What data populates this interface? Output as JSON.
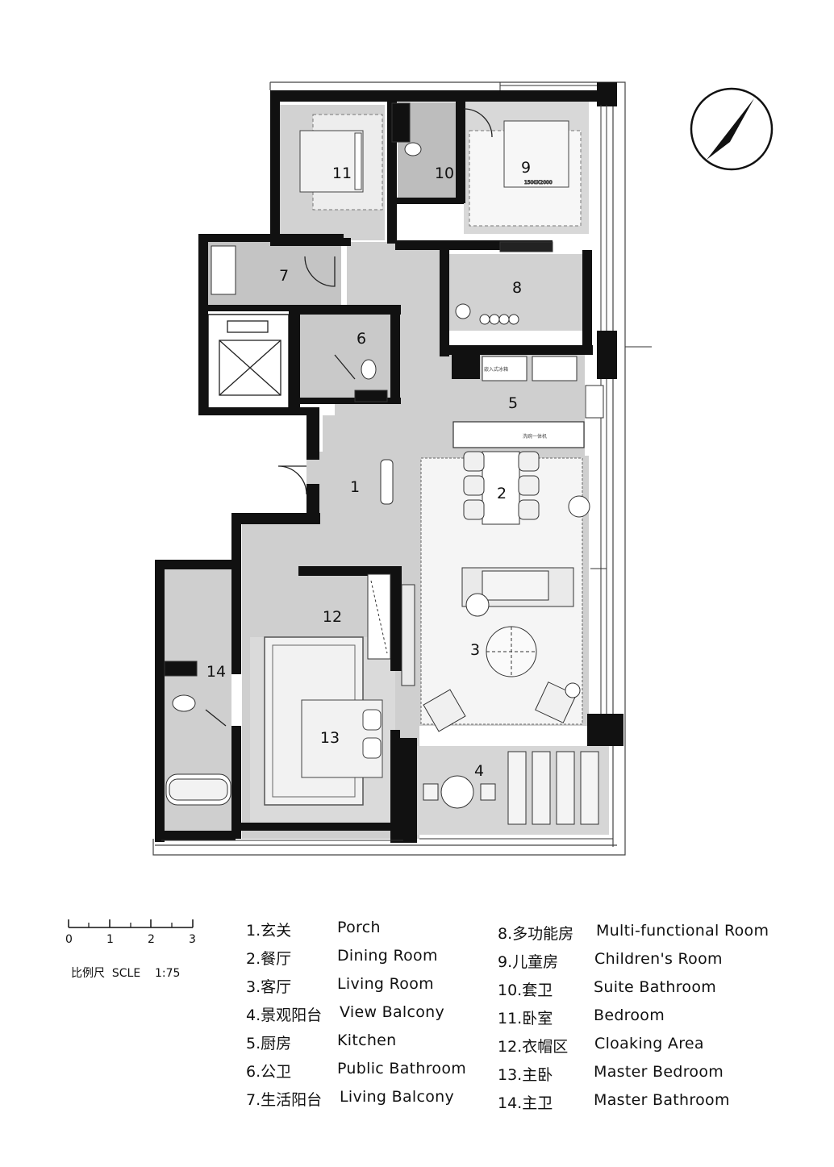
{
  "plan": {
    "rooms": [
      {
        "num": "1"
      },
      {
        "num": "2"
      },
      {
        "num": "3"
      },
      {
        "num": "4"
      },
      {
        "num": "5"
      },
      {
        "num": "6"
      },
      {
        "num": "7"
      },
      {
        "num": "8"
      },
      {
        "num": "9"
      },
      {
        "num": "10"
      },
      {
        "num": "11"
      },
      {
        "num": "12"
      },
      {
        "num": "13"
      },
      {
        "num": "14"
      }
    ],
    "kitchen_label": "洗碗一体机",
    "fridge_label": "嵌入式冰箱",
    "bed_label": "1500X2000"
  },
  "scale": {
    "ticks": [
      "0",
      "1",
      "2",
      "3"
    ],
    "caption": "比例尺  SCLE    1:75"
  },
  "legend": {
    "left": [
      {
        "zh": "1.玄关",
        "en": "Porch"
      },
      {
        "zh": "2.餐厅",
        "en": "Dining Room"
      },
      {
        "zh": "3.客厅",
        "en": "Living Room"
      },
      {
        "zh": "4.景观阳台",
        "en": "View Balcony"
      },
      {
        "zh": "5.厨房",
        "en": "Kitchen"
      },
      {
        "zh": "6.公卫",
        "en": "Public Bathroom"
      },
      {
        "zh": "7.生活阳台",
        "en": "Living Balcony"
      }
    ],
    "right": [
      {
        "zh": "8.多功能房",
        "en": "Multi-functional Room"
      },
      {
        "zh": "9.儿童房",
        "en": "Children's Room"
      },
      {
        "zh": "10.套卫",
        "en": "Suite Bathroom"
      },
      {
        "zh": "11.卧室",
        "en": "Bedroom"
      },
      {
        "zh": "12.衣帽区",
        "en": "Cloaking Area"
      },
      {
        "zh": "13.主卧",
        "en": "Master Bedroom"
      },
      {
        "zh": "14.主卫",
        "en": "Master Bathroom"
      }
    ]
  },
  "colors": {
    "wall": "#111111",
    "floor_grey": "#cfcfcf",
    "floor_light": "#e2e2e2",
    "rug": "#f4f4f4"
  }
}
